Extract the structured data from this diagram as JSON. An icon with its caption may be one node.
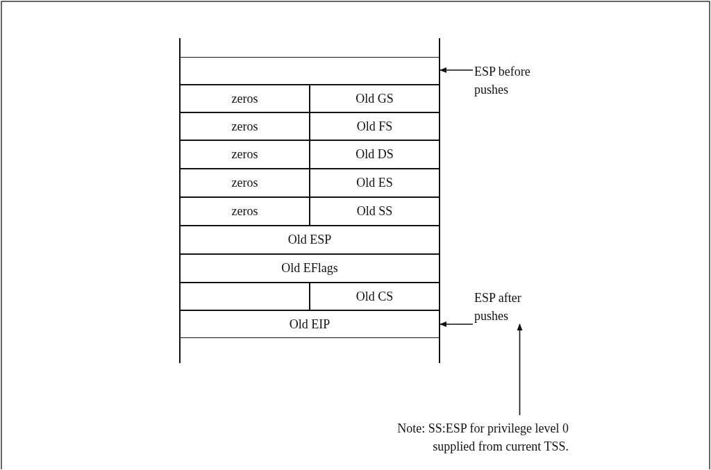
{
  "diagram": {
    "nodes": [
      {
        "text": [],
        "shape": "box"
      },
      {
        "text": [
          "zeros"
        ]
      },
      {
        "text": [
          "Old GS"
        ]
      },
      {
        "text": [
          "zeros"
        ]
      },
      {
        "text": [
          "Old FS"
        ]
      },
      {
        "text": [
          "zeros"
        ]
      },
      {
        "text": [
          "Old DS"
        ]
      },
      {
        "text": [
          "zeros"
        ]
      },
      {
        "text": [
          "Old ES"
        ]
      },
      {
        "text": [
          "zeros"
        ]
      },
      {
        "text": [
          "Old SS"
        ]
      },
      {
        "text": [
          "Old ESP"
        ]
      },
      {
        "text": [
          "Old EFlags"
        ]
      },
      {
        "text": [],
        "shape": "box"
      },
      {
        "text": [
          "Old CS"
        ]
      },
      {
        "text": [
          "Old EIP"
        ]
      },
      {
        "text": [
          "ESP before pushes"
        ]
      },
      {
        "text": [
          "ESP after pushes"
        ]
      },
      {
        "text": [
          "Note: SS:ESP for privilege level 0 supplied from current TSS."
        ]
      }
    ],
    "edges": [
      {
        "from": 16,
        "to": 0,
        "arrow": "to"
      },
      {
        "from": 17,
        "to": 15,
        "arrow": "to"
      },
      {
        "from": 18,
        "to": 17,
        "arrow": "to"
      }
    ]
  }
}
